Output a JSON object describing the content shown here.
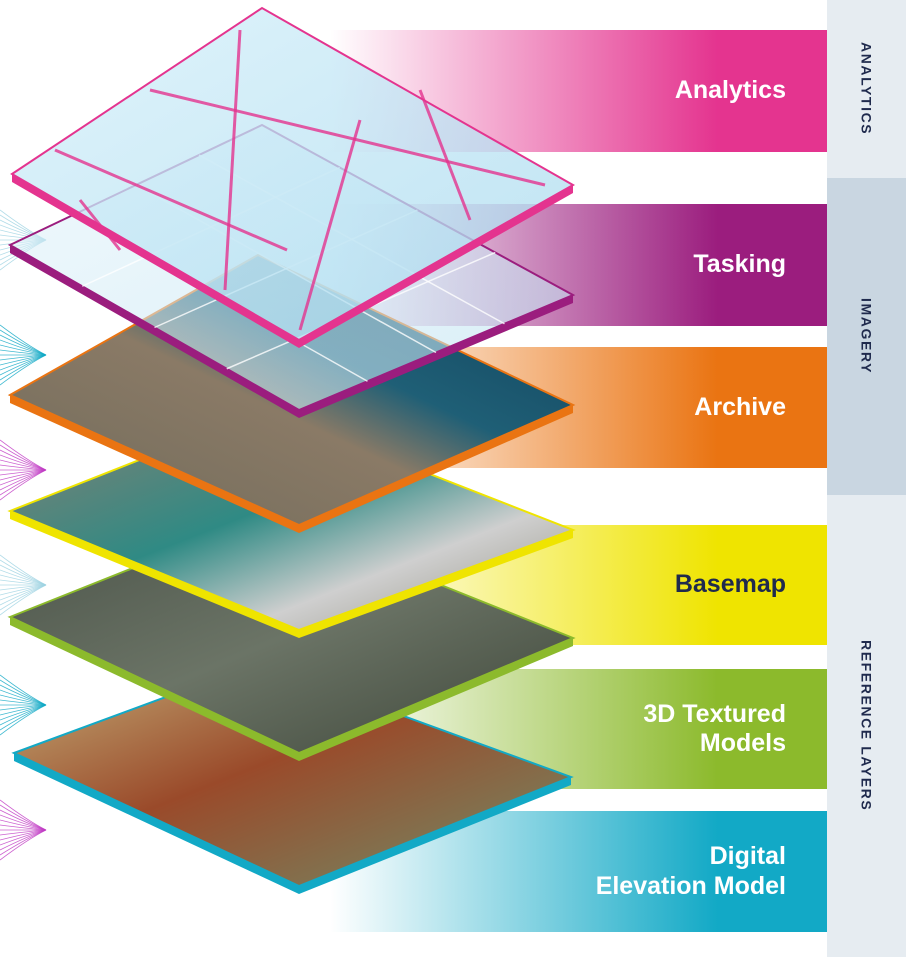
{
  "layers": [
    {
      "label": "Analytics",
      "color": "#e4348f",
      "text_color": "#ffffff"
    },
    {
      "label": "Tasking",
      "color": "#9b1d7e",
      "text_color": "#ffffff"
    },
    {
      "label": "Archive",
      "color": "#ea7412",
      "text_color": "#ffffff"
    },
    {
      "label": "Basemap",
      "color": "#efe400",
      "text_color": "#1f2a4d"
    },
    {
      "label": "3D Textured\nModels",
      "color": "#8cba2c",
      "text_color": "#ffffff"
    },
    {
      "label": "Digital\nElevation Model",
      "color": "#12a9c6",
      "text_color": "#ffffff"
    }
  ],
  "categories": [
    {
      "label": "ANALYTICS",
      "color": "#e6ecf1"
    },
    {
      "label": "IMAGERY",
      "color": "#c9d6e1"
    },
    {
      "label": "REFERENCE LAYERS",
      "color": "#e6ecf1"
    }
  ]
}
